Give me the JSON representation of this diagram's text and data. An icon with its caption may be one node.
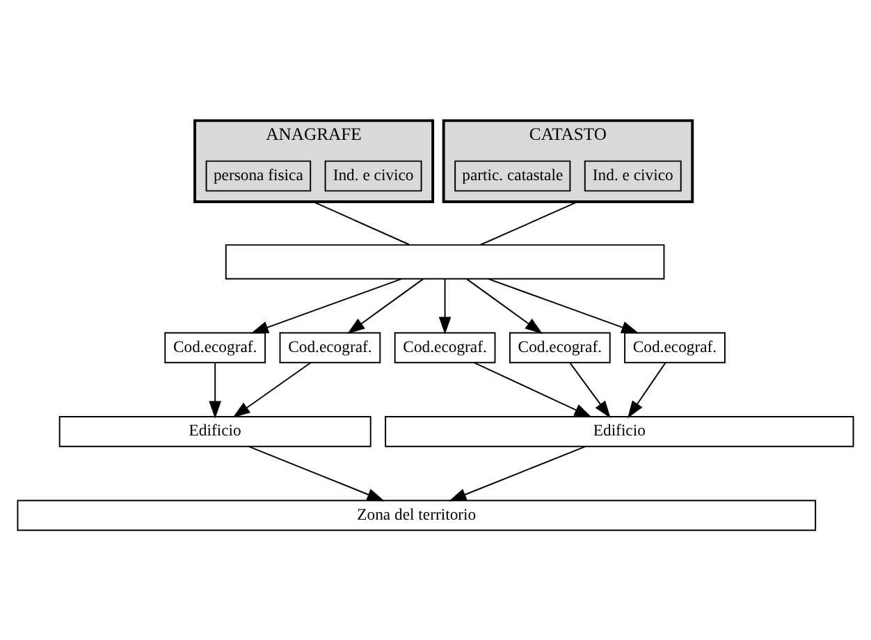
{
  "diagram": {
    "nodes": [
      {
        "text": [
          "ANAGRAFE"
        ]
      },
      {
        "text": [
          "Ind. e civico"
        ],
        "in": 0
      },
      {
        "text": [
          "persona fisica"
        ],
        "in": 0
      },
      {
        "text": [
          "CATASTO"
        ]
      },
      {
        "text": [
          "Ind. e civico"
        ],
        "in": 3
      },
      {
        "text": [
          "partic. catastale"
        ],
        "in": 3
      },
      {
        "text": [],
        "shape": "box"
      },
      {
        "text": [
          "Cod.ecograf."
        ]
      },
      {
        "text": [
          "Cod.ecograf."
        ]
      },
      {
        "text": [
          "Cod.ecograf."
        ]
      },
      {
        "text": [
          "Cod.ecograf."
        ]
      },
      {
        "text": [
          "Cod.ecograf."
        ]
      },
      {
        "text": [
          "Edificio"
        ]
      },
      {
        "text": [
          "Edificio"
        ]
      },
      {
        "text": [
          "Zona del territorio"
        ]
      }
    ],
    "edges": [
      {
        "from": 0,
        "to": 6,
        "arrow": "none"
      },
      {
        "from": 3,
        "to": 6,
        "arrow": "none"
      },
      {
        "from": 6,
        "to": 7,
        "arrow": "to"
      },
      {
        "from": 6,
        "to": 8,
        "arrow": "to"
      },
      {
        "from": 6,
        "to": 9,
        "arrow": "to"
      },
      {
        "from": 6,
        "to": 10,
        "arrow": "to"
      },
      {
        "from": 6,
        "to": 11,
        "arrow": "to"
      },
      {
        "from": 7,
        "to": 12,
        "arrow": "to"
      },
      {
        "from": 8,
        "to": 12,
        "arrow": "to"
      },
      {
        "from": 9,
        "to": 13,
        "arrow": "to"
      },
      {
        "from": 10,
        "to": 13,
        "arrow": "to"
      },
      {
        "from": 11,
        "to": 13,
        "arrow": "to"
      },
      {
        "from": 12,
        "to": 14,
        "arrow": "to"
      },
      {
        "from": 13,
        "to": 14,
        "arrow": "to"
      }
    ]
  }
}
